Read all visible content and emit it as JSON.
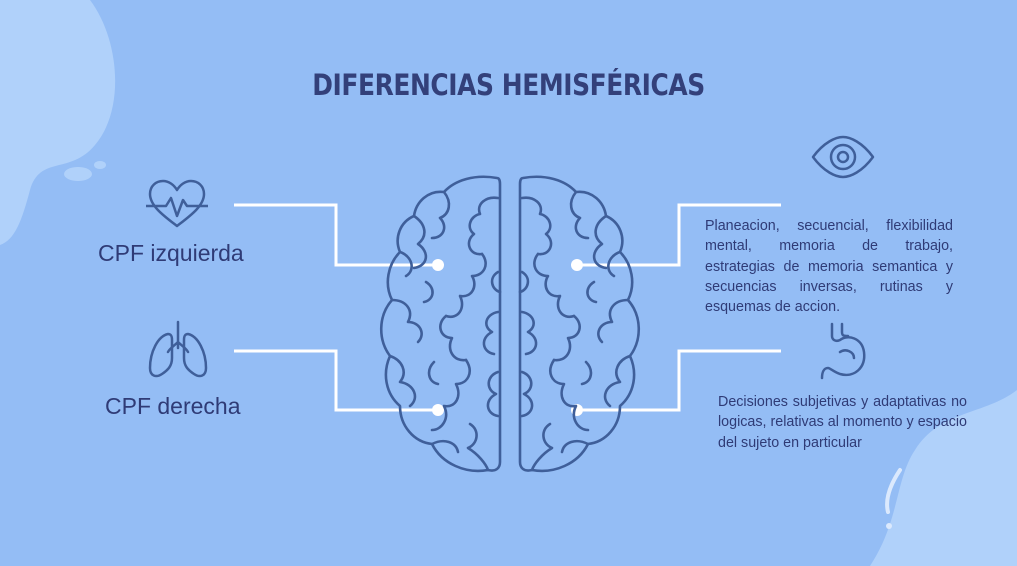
{
  "title": "DIFERENCIAS HEMISFÉRICAS",
  "left_items": [
    {
      "label": "CPF izquierda",
      "icon": "heart-pulse-icon"
    },
    {
      "label": "CPF derecha",
      "icon": "lungs-icon"
    }
  ],
  "right_items": [
    {
      "icon": "eye-icon",
      "text": "Planeacion, secuencial, flexibilidad mental, memoria de trabajo, estrategias de memoria semantica y secuencias inversas, rutinas y esquemas de accion."
    },
    {
      "icon": "stomach-icon",
      "text": "Decisiones subjetivas y adaptativas no logicas, relativas al momento y espacio del sujeto en particular"
    }
  ],
  "center_icon": "brain-icon",
  "colors": {
    "background": "#94bdf5",
    "ink": "#2f3b76",
    "line": "#ffffff",
    "icon_stroke": "#3f5f9a",
    "blob": "#b0d1fa"
  }
}
